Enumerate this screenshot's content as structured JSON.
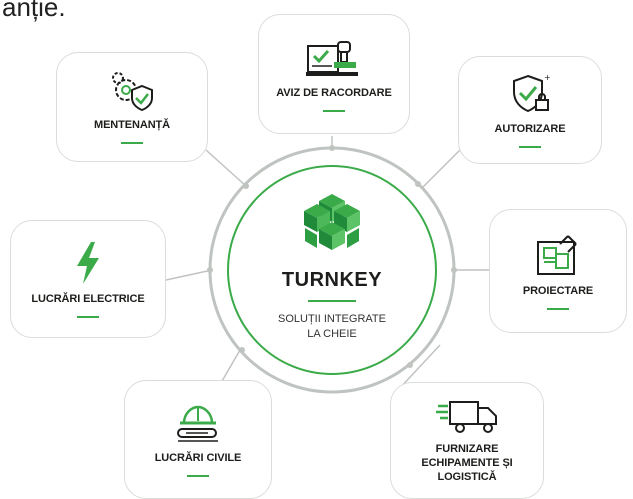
{
  "top_fragment": "anție.",
  "center": {
    "title": "TURNKEY",
    "subtitle_line1": "SOLUȚII INTEGRATE",
    "subtitle_line2": "LA CHEIE",
    "icon": "turnkey-cube-logo"
  },
  "nodes": [
    {
      "id": "aviz",
      "label_lines": [
        "AVIZ DE RACORDARE"
      ],
      "icon": "document-stamp-icon"
    },
    {
      "id": "autorizare",
      "label_lines": [
        "AUTORIZARE"
      ],
      "icon": "shield-lock-icon"
    },
    {
      "id": "proiectare",
      "label_lines": [
        "PROIECTARE"
      ],
      "icon": "blueprint-pencil-icon"
    },
    {
      "id": "furnizare",
      "label_lines": [
        "FURNIZARE",
        "ECHIPAMENTE ȘI",
        "LOGISTICĂ"
      ],
      "icon": "delivery-truck-icon"
    },
    {
      "id": "civile",
      "label_lines": [
        "LUCRĂRI CIVILE"
      ],
      "icon": "hardhat-blueprint-icon"
    },
    {
      "id": "electrice",
      "label_lines": [
        "LUCRĂRI ELECTRICE"
      ],
      "icon": "lightning-bolt-icon"
    },
    {
      "id": "mentenanta",
      "label_lines": [
        "MENTENANȚĂ"
      ],
      "icon": "gears-shield-icon"
    }
  ],
  "colors": {
    "accent": "#3bab4a",
    "accent_dark": "#1f8a3a",
    "connector": "#bfc4c0",
    "card_border": "#d9ded9",
    "text": "#1d1d1b"
  }
}
